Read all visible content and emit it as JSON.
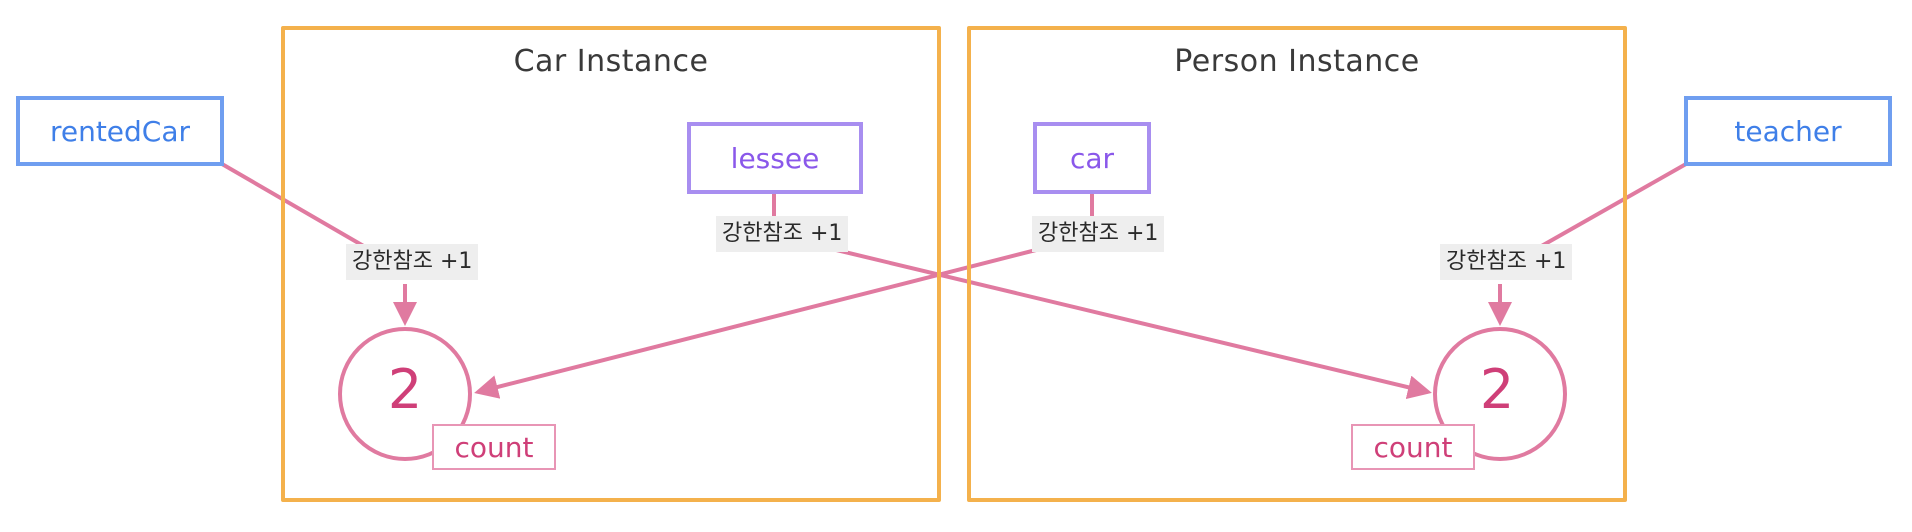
{
  "instances": {
    "car": {
      "title": "Car Instance"
    },
    "person": {
      "title": "Person Instance"
    }
  },
  "variables": {
    "left": "rentedCar",
    "right": "teacher"
  },
  "properties": {
    "lessee": "lessee",
    "car": "car"
  },
  "reference_labels": {
    "rented_car": "강한참조 +1",
    "lessee": "강한참조 +1",
    "car": "강한참조 +1",
    "teacher": "강한참조 +1"
  },
  "counters": {
    "car": {
      "value": "2",
      "label": "count"
    },
    "person": {
      "value": "2",
      "label": "count"
    }
  },
  "colors": {
    "instance_border": "#f4b14c",
    "variable_border": "#6f9ef0",
    "property_border": "#a88ef0",
    "arrow": "#e07aa0",
    "counter": "#cf3f78"
  }
}
